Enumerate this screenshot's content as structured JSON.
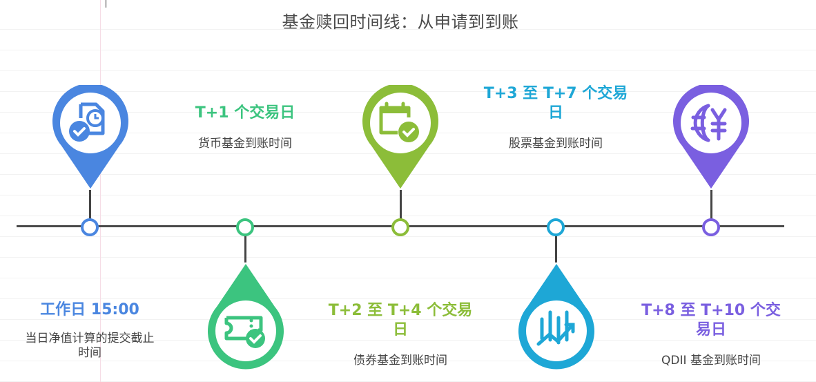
{
  "title": "基金赎回时间线：从申请到到账",
  "colors": {
    "blue": "#4a86e0",
    "green": "#3cc47f",
    "lime": "#8cbd39",
    "cyan": "#1ea7d6",
    "purple": "#7a5fe0",
    "axis": "#4a4a4a"
  },
  "milestones": [
    {
      "title": "工作日 15:00",
      "desc": "当日净值计算的提交截止时间",
      "icon": "document-clock-check-icon",
      "position": "above-pin"
    },
    {
      "title": "T+1 个交易日",
      "desc": "货币基金到账时间",
      "icon": "ticket-check-icon",
      "position": "below-pin"
    },
    {
      "title": "T+2 至 T+4 个交易日",
      "desc": "债券基金到账时间",
      "icon": "calendar-check-icon",
      "position": "above-pin"
    },
    {
      "title": "T+3 至 T+7 个交易日",
      "desc": "股票基金到账时间",
      "icon": "stock-chart-up-icon",
      "position": "below-pin"
    },
    {
      "title": "T+8 至 T+10 个交易日",
      "desc": "QDII 基金到账时间",
      "icon": "globe-yen-icon",
      "position": "above-pin"
    }
  ]
}
